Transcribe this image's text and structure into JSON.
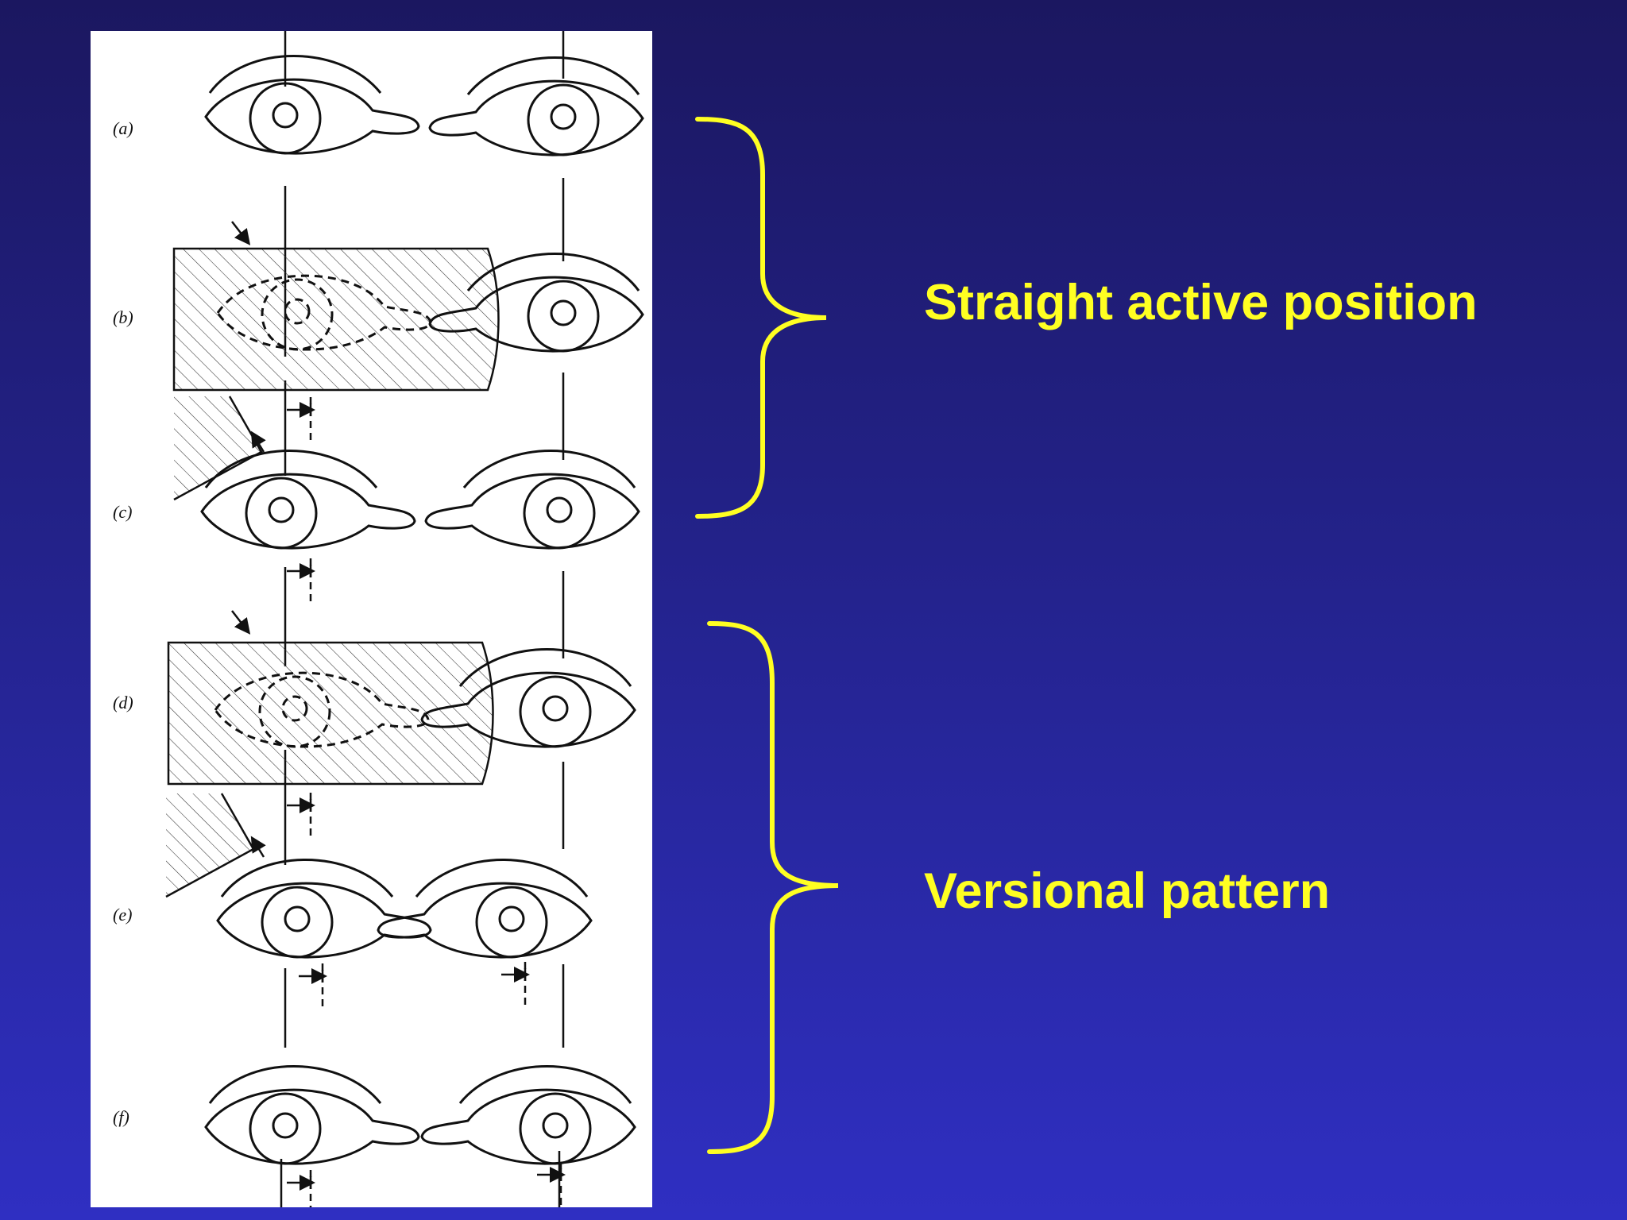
{
  "slide": {
    "labels": {
      "straight": "Straight active position",
      "versional": "Versional pattern"
    },
    "colors": {
      "background_top": "#1b1760",
      "background_bottom": "#2f2fc2",
      "accent": "#ffff22",
      "figure_bg": "#ffffff",
      "ink": "#111111"
    }
  },
  "figure": {
    "rows": [
      {
        "label": "(a)"
      },
      {
        "label": "(b)"
      },
      {
        "label": "(c)"
      },
      {
        "label": "(d)"
      },
      {
        "label": "(e)"
      },
      {
        "label": "(f)"
      }
    ]
  }
}
